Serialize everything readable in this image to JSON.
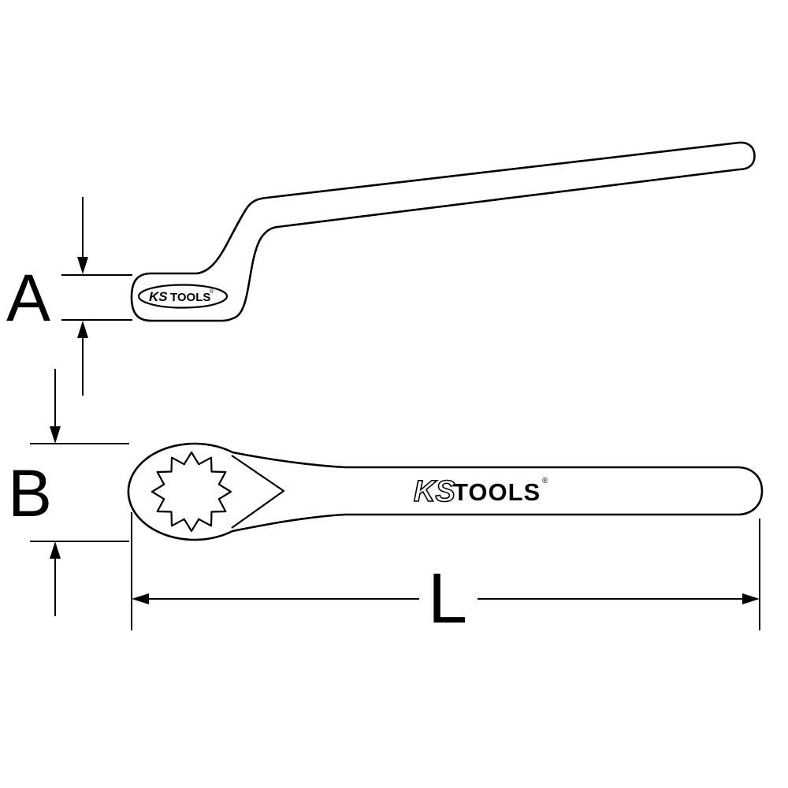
{
  "colors": {
    "background": "#ffffff",
    "line": "#000000"
  },
  "labels": {
    "dim_a": "A",
    "dim_b": "B",
    "dim_l": "L"
  },
  "branding": {
    "side_logo": {
      "ks": "KS",
      "tools": "TOOLS",
      "reg": "®"
    },
    "top_logo": {
      "ks": "KS",
      "tools": "TOOLS",
      "reg": "®"
    }
  }
}
